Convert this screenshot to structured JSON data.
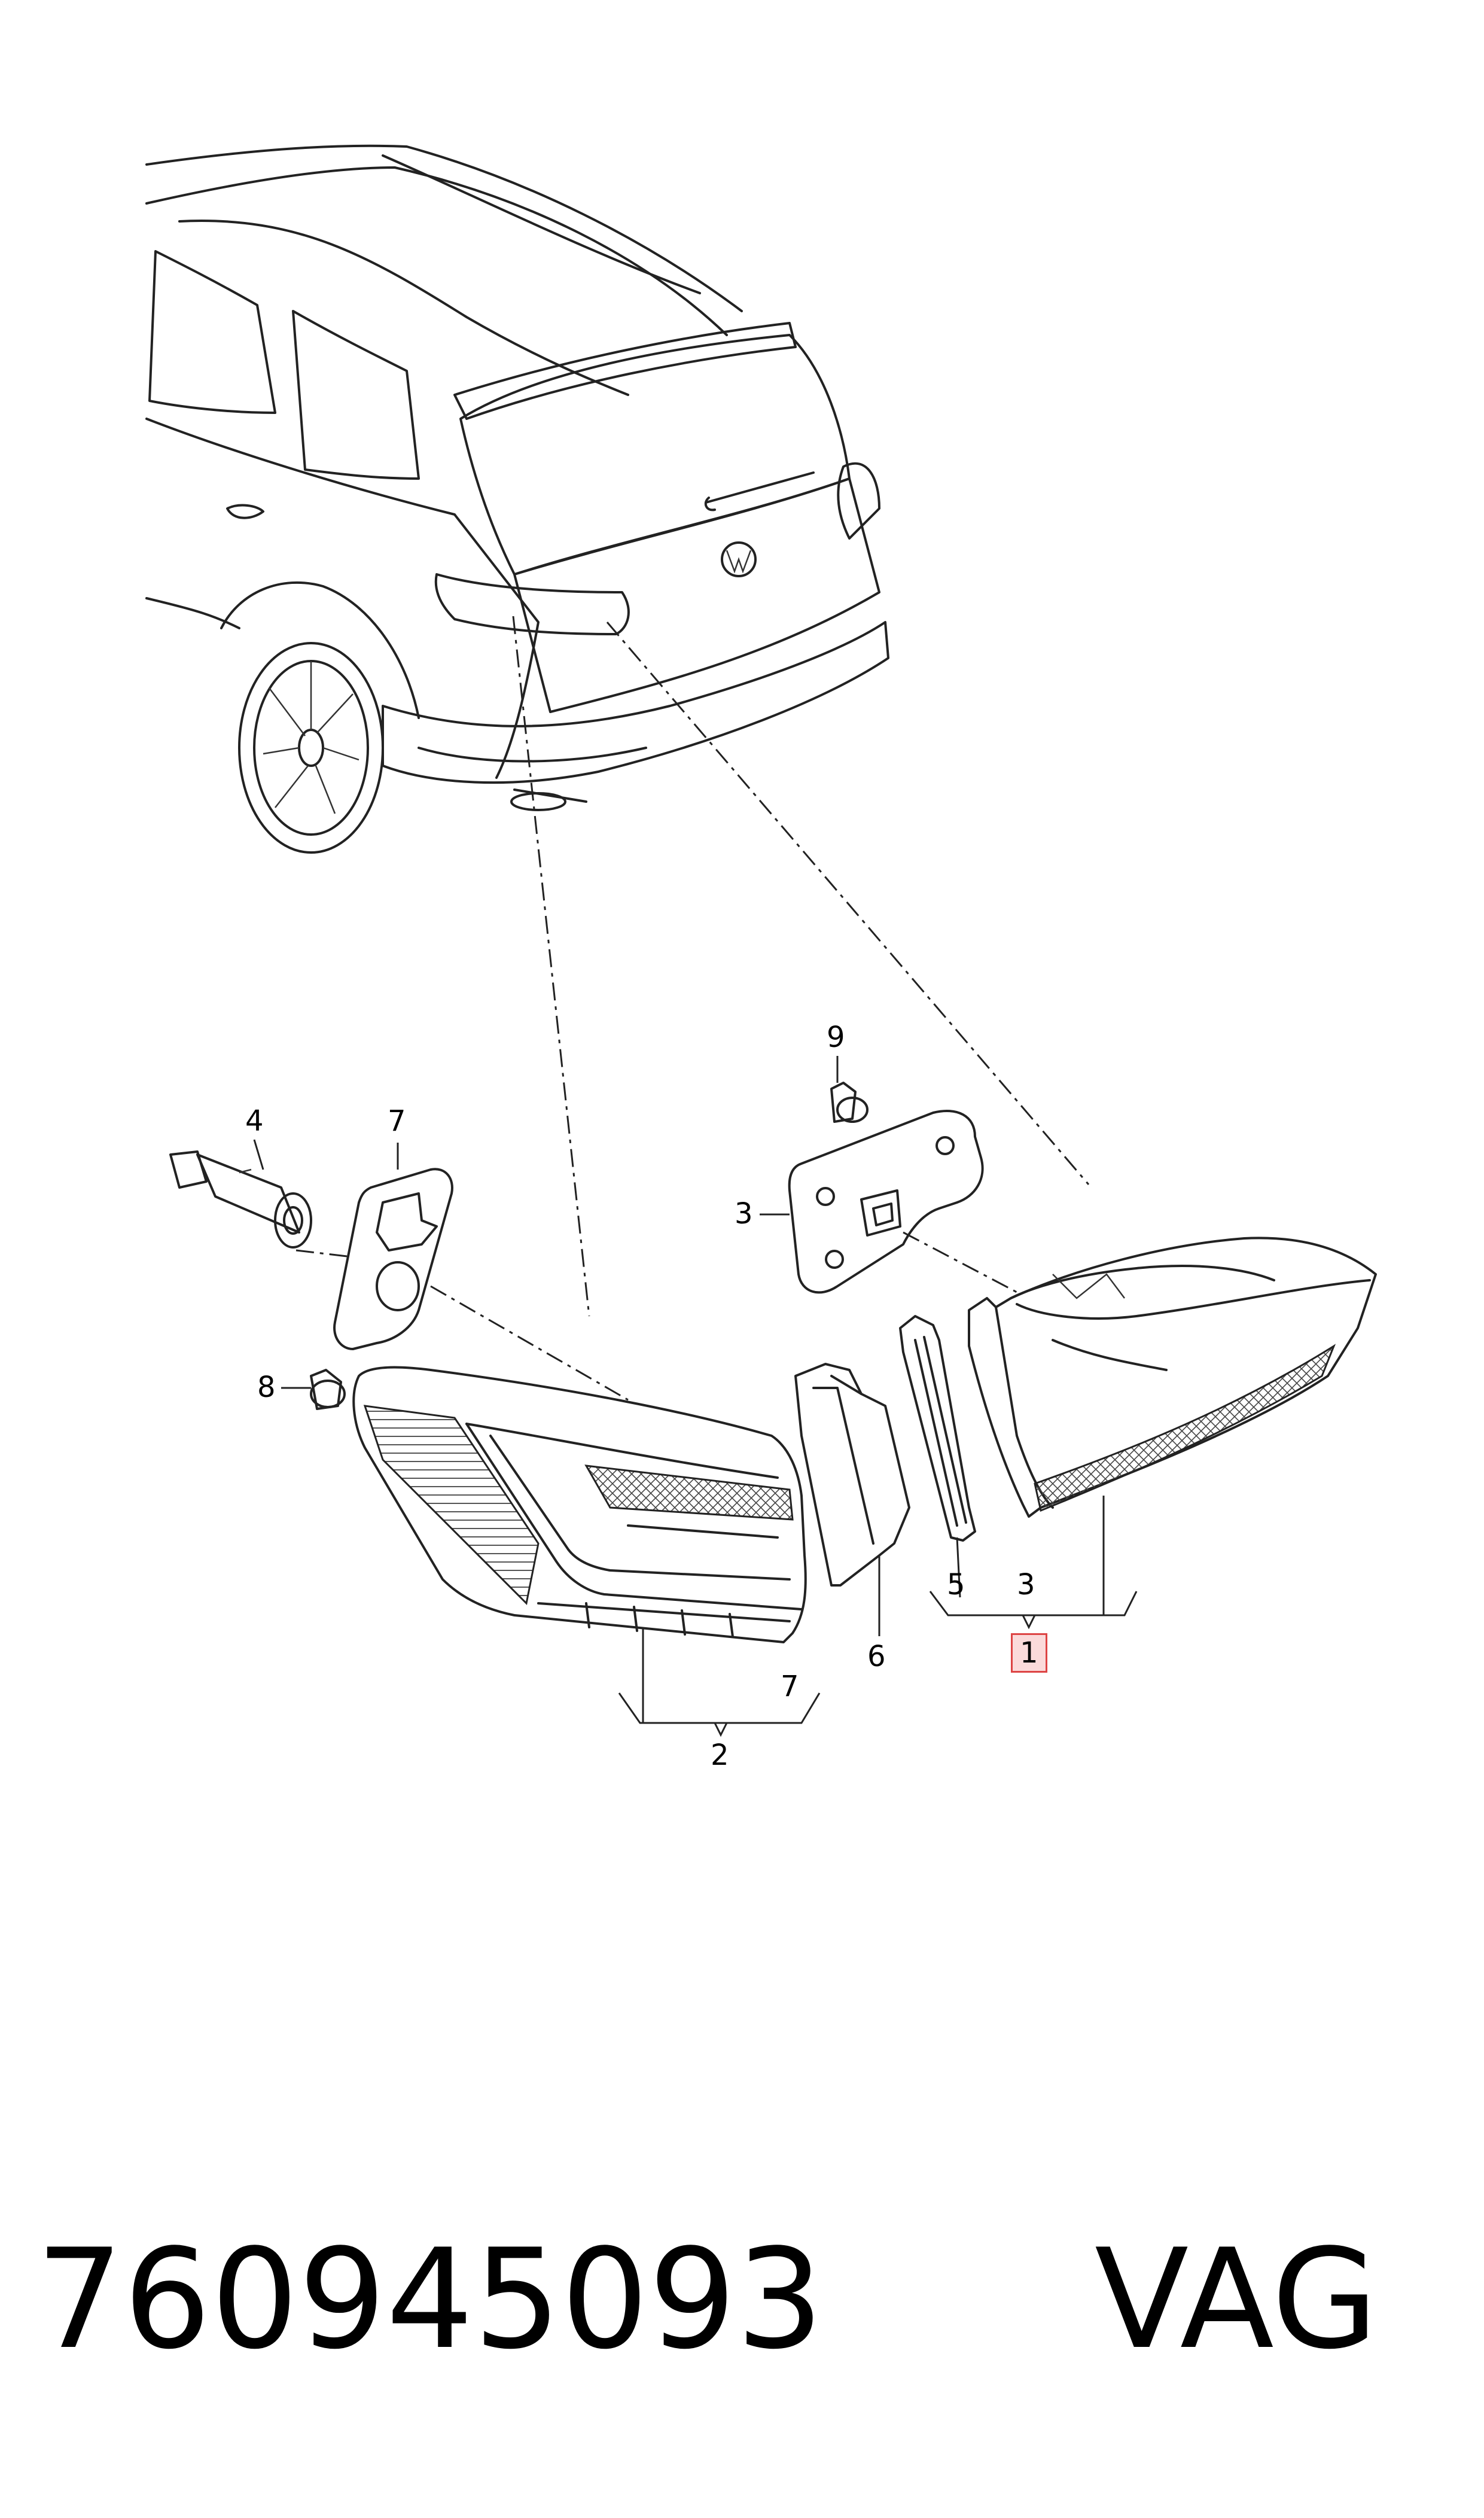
{
  "callouts": {
    "c9": "9",
    "c4": "4",
    "c7_top": "7",
    "c3_plate": "3",
    "c8": "8",
    "c6": "6",
    "c5": "5",
    "c3_group": "3",
    "c1": "1",
    "c7_group": "7",
    "c2": "2"
  },
  "footer": {
    "part_number": "760945093",
    "brand": "VAG"
  },
  "colors": {
    "line": "#222222",
    "highlight_border": "#dd4444",
    "highlight_fill": "#fbdada"
  }
}
